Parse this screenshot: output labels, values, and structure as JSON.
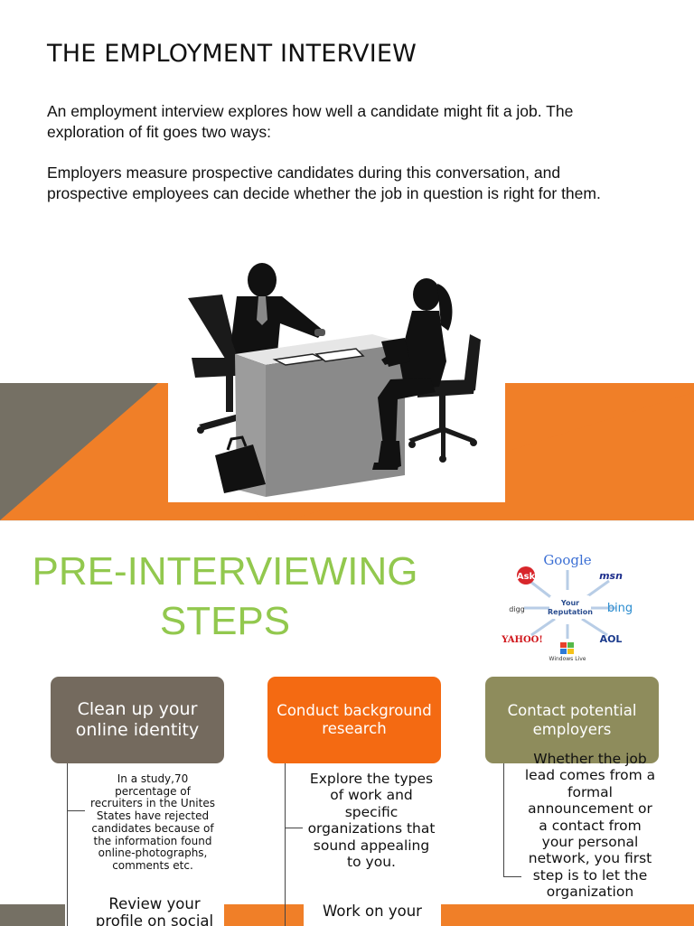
{
  "slide1": {
    "title": "THE EMPLOYMENT INTERVIEW",
    "paragraph1": "An employment interview explores how well a candidate might fit a job. The exploration of fit goes two ways:",
    "paragraph2": "Employers measure prospective candidates during this conversation, and prospective employees can decide whether the job in question is right for them.",
    "colors": {
      "orange": "#f07f28",
      "gray_brown": "#757064"
    }
  },
  "slide2": {
    "title_line1": "PRE-INTERVIEWING",
    "title_line2": "STEPS",
    "title_color": "#92c84e",
    "reputation_diagram": {
      "center": "Your Reputation",
      "logos": [
        "Google",
        "Ask",
        "msn",
        "digg",
        "bing",
        "YAHOO!",
        "AOL",
        "Windows Live"
      ]
    },
    "boxes": [
      {
        "label": "Clean up your online identity",
        "color": "#746a5e"
      },
      {
        "label": "Conduct background research",
        "color": "#f46a12"
      },
      {
        "label": "Contact potential employers",
        "color": "#8e8c5c"
      }
    ],
    "descriptions": [
      "In a study,70 percentage of recruiters in the Unites States have rejected candidates because of the information found online-photographs, comments etc.",
      "Explore the types of work and specific organizations that sound appealing to you.",
      "Whether the job lead comes from a formal announcement or a contact from your personal network, you first step is to let the organization"
    ],
    "sub_labels": [
      "Review your profile on social",
      "Work on your",
      ""
    ]
  }
}
